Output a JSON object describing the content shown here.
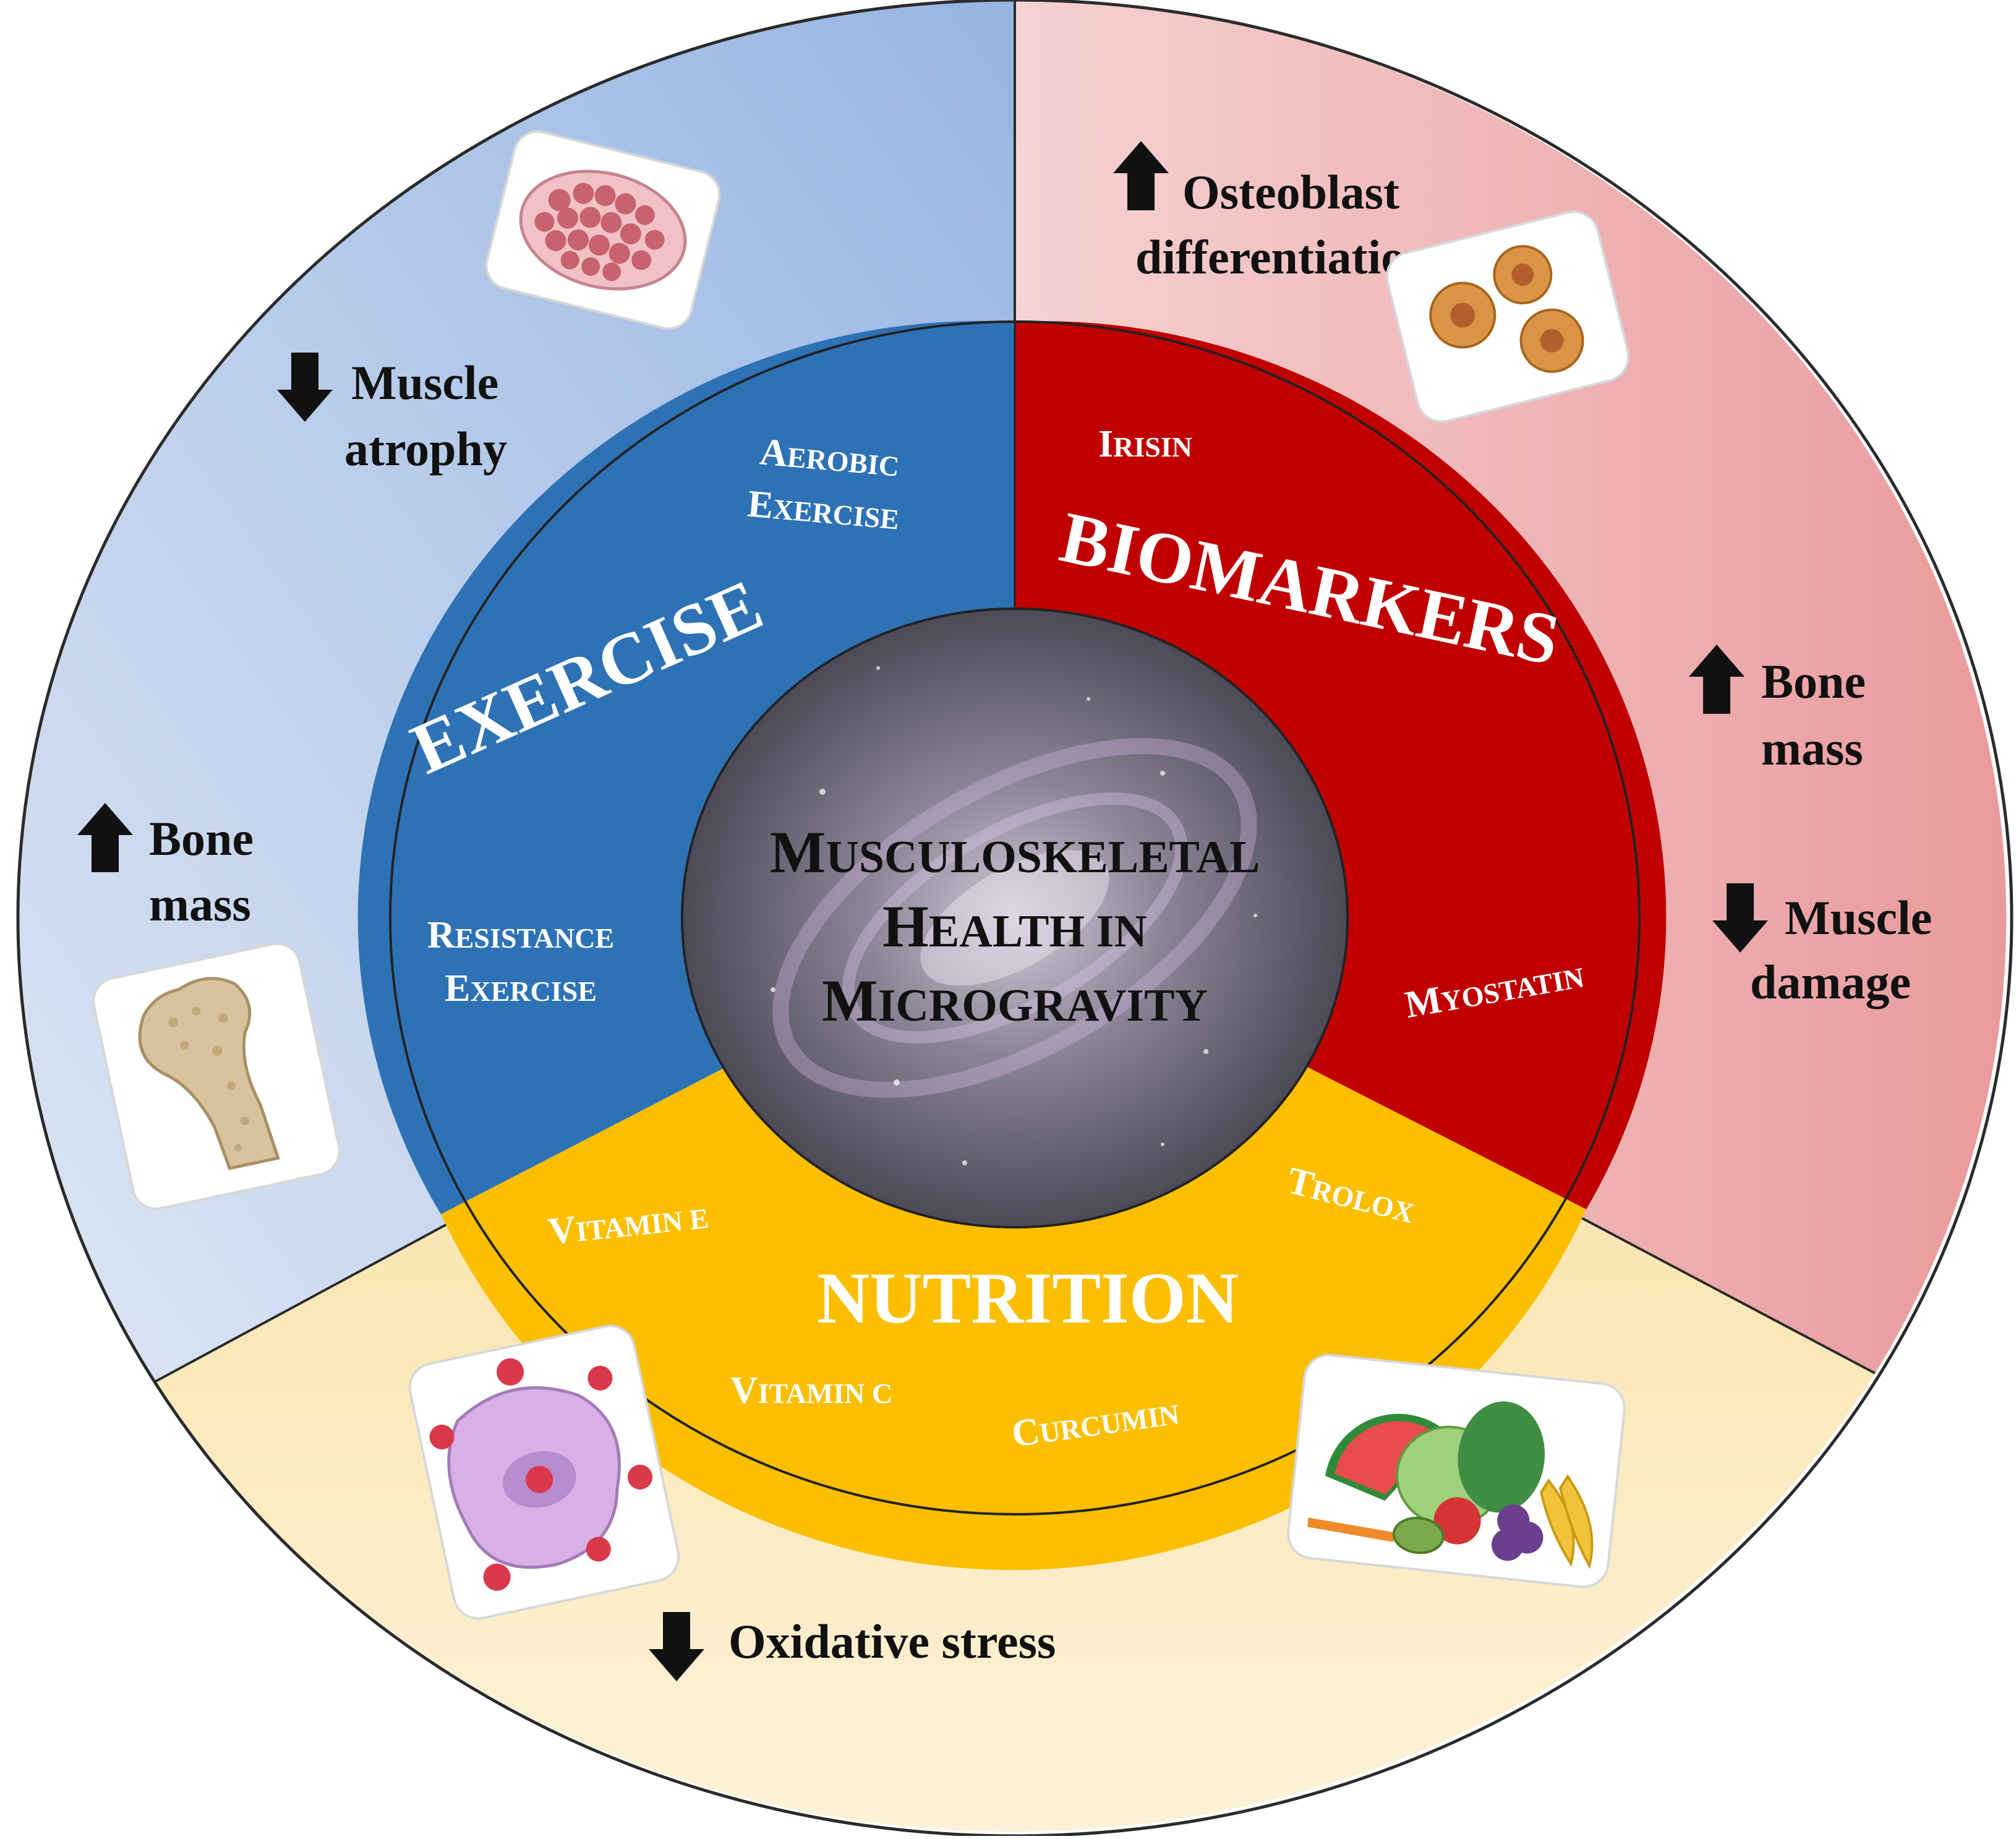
{
  "center": {
    "line1": [
      "M",
      "USCULOSKELETAL"
    ],
    "line2": [
      "H",
      "EALTH IN"
    ],
    "line3": [
      "M",
      "ICROGRAVITY"
    ]
  },
  "sections": {
    "exercise": {
      "title": "EXERCISE",
      "item1_line1": [
        "A",
        "EROBIC"
      ],
      "item1_line2": [
        "E",
        "XERCISE"
      ],
      "item2_line1": [
        "R",
        "ESISTANCE"
      ],
      "item2_line2": [
        "E",
        "XERCISE"
      ],
      "inner_color": "#2e72b6",
      "outer_color": "#a9c1e6"
    },
    "biomarkers": {
      "title": "BIOMARKERS",
      "item1": [
        "I",
        "RISIN"
      ],
      "item2": [
        "M",
        "YOSTATIN"
      ],
      "inner_color": "#c00000",
      "outer_color": "#eeaaaa"
    },
    "nutrition": {
      "title": "NUTRITION",
      "item1": [
        "V",
        "ITAMIN E"
      ],
      "item2": [
        "V",
        "ITAMIN C"
      ],
      "item3": [
        "C",
        "URCUMIN"
      ],
      "item4": [
        "T",
        "ROLOX"
      ],
      "inner_color": "#fbbf00",
      "outer_color": "#fbe3a4"
    }
  },
  "effects": {
    "muscle_atrophy": {
      "direction": "down",
      "line1": "Muscle",
      "line2": "atrophy"
    },
    "bone_mass_left": {
      "direction": "up",
      "line1": "Bone",
      "line2": "mass"
    },
    "osteoblast": {
      "direction": "up",
      "line1": "Osteoblast",
      "line2": "differentiation"
    },
    "bone_mass_right": {
      "direction": "up",
      "line1": "Bone",
      "line2": "mass"
    },
    "muscle_damage": {
      "direction": "down",
      "line1": "Muscle",
      "line2": "damage"
    },
    "oxidative_stress": {
      "direction": "down",
      "line1": "Oxidative stress"
    }
  },
  "icons": [
    "muscle-cross-section-icon",
    "femur-bone-icon",
    "osteoblast-cells-icon",
    "oxidative-stress-cell-icon",
    "fruits-vegetables-icon",
    "galaxy-background-icon",
    "arrow-up-icon",
    "arrow-down-icon"
  ]
}
